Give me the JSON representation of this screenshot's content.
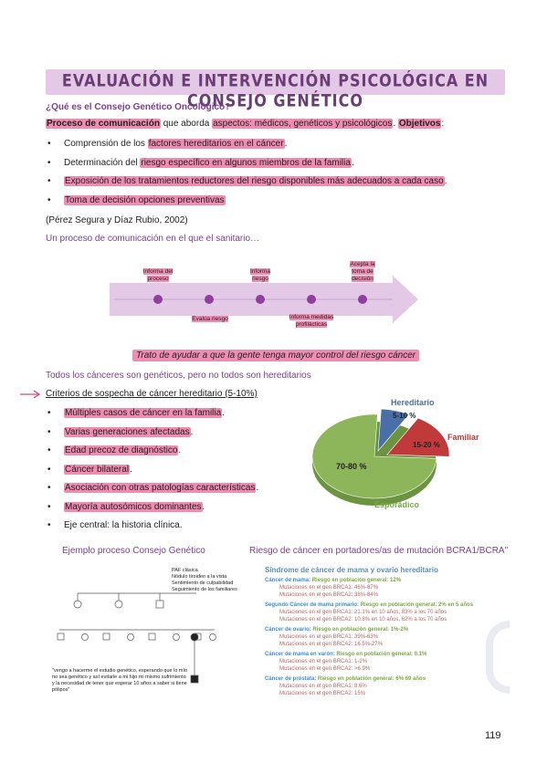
{
  "title": "EVALUACIÓN E INTERVENCIÓN PSICOLÓGICA EN CONSEJO GENÉTICO",
  "q1": "¿Qué es el Consejo Genético Oncológico?",
  "def": {
    "a": "Proceso de comunicación",
    "b": " que aborda ",
    "c": "aspectos: médicos, genéticos y psicológicos",
    "d": ". ",
    "e": "Objetivos",
    "f": ":"
  },
  "objectives": [
    {
      "pre": "Comprensión de los ",
      "hl": "factores hereditarios en el cáncer",
      "post": "."
    },
    {
      "pre": "Determinación del ",
      "hl": "riesgo específico en algunos miembros de la familia",
      "post": "."
    },
    {
      "pre": "",
      "hl": "Exposición de los tratamientos reductores del riesgo disponibles más adecuados a cada caso",
      "post": "."
    },
    {
      "pre": "",
      "hl": "Toma de decisión opciones preventivas",
      "post": ""
    }
  ],
  "citation": "(Pérez Segura y Díaz Rubio, 2002)",
  "process_intro": "Un proceso de comunicación en el que el sanitario…",
  "timeline": {
    "top": [
      "Informa del proceso",
      "Informa riesgo",
      "Acepta la toma de decisión"
    ],
    "bottom": [
      "Evalúa riesgo",
      "Informa medidas profilácticas"
    ],
    "caption": "Trato de ayudar a que la gente tenga mayor control del riesgo cáncer"
  },
  "all_cancers": "Todos los cánceres son genéticos, pero no todos son hereditarios",
  "criteria_title": "Criterios de sospecha de cáncer hereditario (5-10%)",
  "criteria": [
    {
      "hl": "Múltiples casos de cáncer en la familia",
      "post": "."
    },
    {
      "hl": "Varias generaciones afectadas",
      "post": "."
    },
    {
      "hl": "Edad precoz de diagnóstico",
      "post": "."
    },
    {
      "hl": "Cáncer bilateral",
      "post": "."
    },
    {
      "hl": "Asociación con otras patologías características",
      "post": "."
    },
    {
      "hl": "Mayoría autosómicos dominantes",
      "post": "."
    },
    {
      "hl": "",
      "post": "Eje central: la historia clínica."
    }
  ],
  "chart_data": {
    "type": "pie",
    "slices": [
      {
        "name": "Hereditario",
        "value_label": "5-10 %",
        "value": 7.5,
        "color": "#4a6fa8"
      },
      {
        "name": "Familiar",
        "value_label": "15-20 %",
        "value": 17.5,
        "color": "#c0393b"
      },
      {
        "name": "Esporádico",
        "value_label": "70-80 %",
        "value": 75,
        "color": "#8db65a"
      }
    ]
  },
  "example_title": "Ejemplo proceso Consejo Genético",
  "risk_title": "Riesgo de cáncer en portadores/as de mutación BCRA1/BCRA\"",
  "pedigree": {
    "legend": [
      "PAF clásica",
      "Nódulo tiroideo a la vista",
      "Sentimiento de culpabilidad",
      "Seguimiento de los familiares"
    ],
    "quote": "\"vengo a hacerme el estudio genético, esperando que lo mío no sea genético y así evitarle a mi hijo mi mismo sufrimiento y la necesidad de tener que esperar 10 años a saber si tiene pólipos\""
  },
  "syndrome": {
    "title": "Síndrome de cáncer de mama y ovario hereditario",
    "blocks": [
      {
        "head": "Cáncer de mama:",
        "risk": " Riesgo en población general: 12%",
        "rows": [
          "Mutaciones en el gen BRCA1: 46%-87%",
          "Mutaciones en el gen BRCA2: 38%-84%"
        ]
      },
      {
        "head": "Segundo Cáncer de mama primario:",
        "risk": " Riesgo en población general: 2% en 5 años",
        "rows": [
          "Mutaciones en el gen BRCA1: 21.1% en 10 años, 83% a los 70 años",
          "Mutaciones en el gen BRCA2: 10.8% en 10 años, 62% a los 70 años"
        ]
      },
      {
        "head": "Cáncer de ovario:",
        "risk": " Riesgo en población general: 1%-2%",
        "rows": [
          "Mutaciones en el gen BRCA1: 39%-63%",
          "Mutaciones en el gen BRCA2: 16.5%-27%"
        ]
      },
      {
        "head": "Cáncer de mama en varón:",
        "risk": " Riesgo en población general: 0.1%",
        "rows": [
          "Mutaciones en el gen BRCA1: 1-2%",
          "Mutaciones en el gen BRCA2: >6.9%"
        ]
      },
      {
        "head": "Cáncer de próstata:",
        "risk": " Riesgo en población general: 6% 69 años",
        "rows": [
          "Mutaciones en el gen BRCA1: 8.6%",
          "Mutaciones en el gen BRCA2: 15%"
        ]
      }
    ]
  },
  "page_number": "119"
}
